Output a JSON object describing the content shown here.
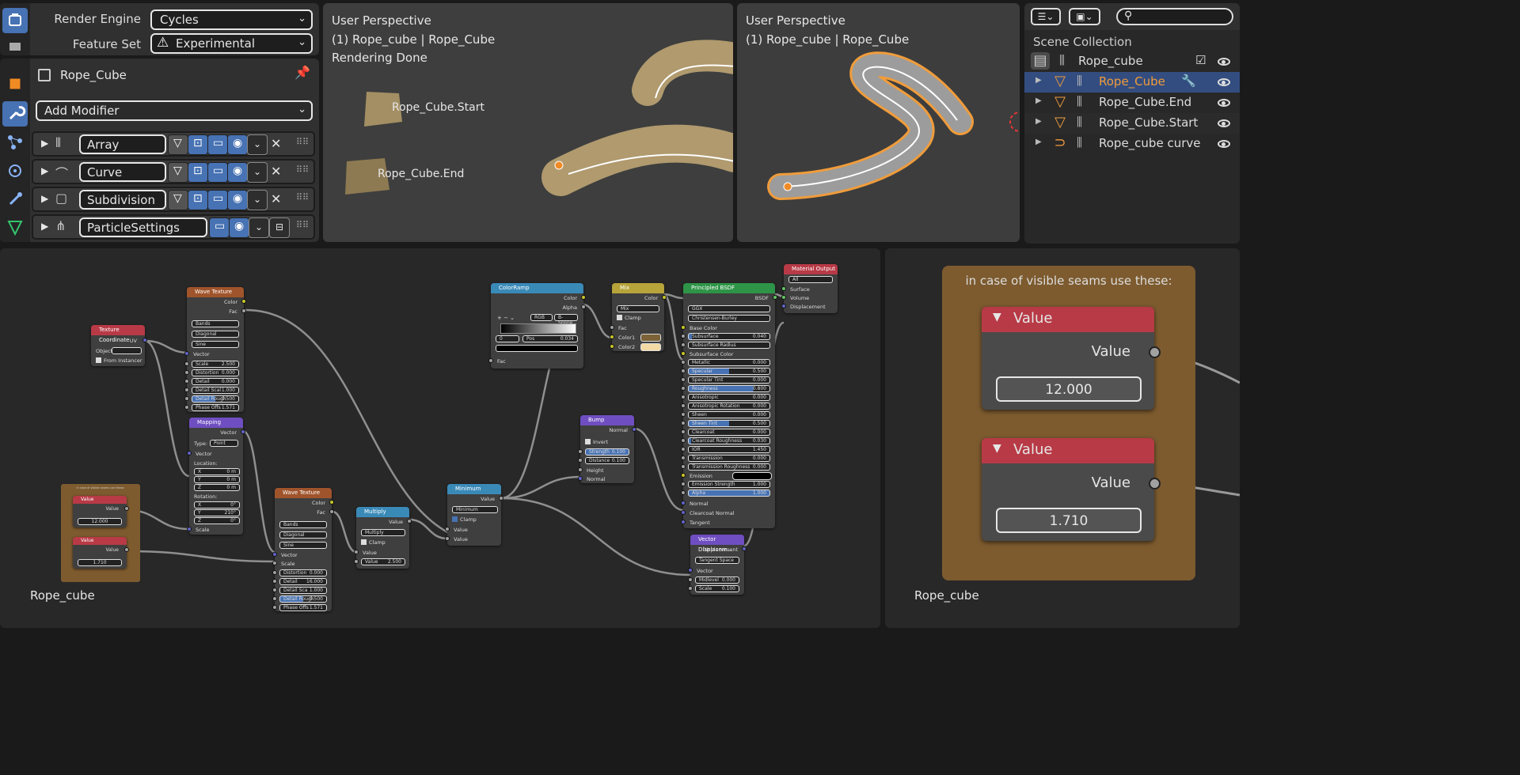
{
  "render": {
    "engine_label": "Render Engine",
    "engine_value": "Cycles",
    "feature_label": "Feature Set",
    "feature_value": "Experimental"
  },
  "modifiers": {
    "object_name": "Rope_Cube",
    "add_modifier": "Add Modifier",
    "items": [
      {
        "name": "Array"
      },
      {
        "name": "Curve"
      },
      {
        "name": "Subdivision"
      },
      {
        "name": "ParticleSettings"
      }
    ]
  },
  "viewport1": {
    "title": "User Perspective",
    "subtitle": "(1) Rope_cube | Rope_Cube",
    "status": "Rendering Done",
    "label_start": "Rope_Cube.Start",
    "label_end": "Rope_Cube.End"
  },
  "viewport2": {
    "title": "User Perspective",
    "subtitle": "(1) Rope_cube | Rope_Cube"
  },
  "outliner": {
    "root": "Scene Collection",
    "items": [
      {
        "name": "Rope_cube"
      },
      {
        "name": "Rope_Cube"
      },
      {
        "name": "Rope_Cube.End"
      },
      {
        "name": "Rope_Cube.Start"
      },
      {
        "name": "Rope_cube curve"
      }
    ]
  },
  "node_editor": {
    "material_name": "Rope_cube",
    "texcoord": {
      "title": "Texture Coordinate",
      "uv": "UV",
      "object": "Object",
      "from_instancer": "From Instancer"
    },
    "wave1": {
      "title": "Wave Texture",
      "out_color": "Color",
      "out_fac": "Fac",
      "bands": "Bands",
      "diagonal": "Diagonal",
      "sine": "Sine",
      "vector": "Vector",
      "fields": [
        {
          "label": "Scale",
          "value": "2.500"
        },
        {
          "label": "Distortion",
          "value": "0.000"
        },
        {
          "label": "Detail",
          "value": "0.000"
        },
        {
          "label": "Detail Scal",
          "value": "1.000"
        },
        {
          "label": "Detail Rough",
          "value": "0.500"
        },
        {
          "label": "Phase Offs",
          "value": "1.571"
        }
      ]
    },
    "mapping": {
      "title": "Mapping",
      "out_vector": "Vector",
      "type_label": "Type:",
      "type_value": "Point",
      "vector": "Vector",
      "location": "Location:",
      "rotation": "Rotation:",
      "scale": "Scale",
      "loc": [
        {
          "axis": "X",
          "value": "0 m"
        },
        {
          "axis": "Y",
          "value": "0 m"
        },
        {
          "axis": "Z",
          "value": "0 m"
        }
      ],
      "rot": [
        {
          "axis": "X",
          "value": "0°"
        },
        {
          "axis": "Y",
          "value": "210°"
        },
        {
          "axis": "Z",
          "value": "0°"
        }
      ]
    },
    "frame_small": {
      "title": "in case of visible seams use these:",
      "v1_title": "Value",
      "v1_out": "Value",
      "v1_val": "12.000",
      "v2_title": "Value",
      "v2_out": "Value",
      "v2_val": "1.710"
    },
    "wave2": {
      "title": "Wave Texture",
      "out_color": "Color",
      "out_fac": "Fac",
      "bands": "Bands",
      "diagonal": "Diagonal",
      "sine": "Sine",
      "vector": "Vector",
      "scale": "Scale",
      "fields": [
        {
          "label": "Distortion",
          "value": "0.000"
        },
        {
          "label": "Detail",
          "value": "16.000"
        },
        {
          "label": "Detail Sca",
          "value": "1.000"
        },
        {
          "label": "Detail Rough",
          "value": "0.500"
        },
        {
          "label": "Phase Offs",
          "value": "1.571"
        }
      ]
    },
    "multiply": {
      "title": "Multiply",
      "out": "Value",
      "op": "Multiply",
      "clamp": "Clamp",
      "in_value": "Value",
      "val_label": "Value",
      "val": "2.500"
    },
    "minimum": {
      "title": "Minimum",
      "out": "Value",
      "op": "Minimum",
      "clamp": "Clamp",
      "in1": "Value",
      "in2": "Value"
    },
    "colorramp": {
      "title": "ColorRamp",
      "out_color": "Color",
      "out_alpha": "Alpha",
      "mode": "RGB",
      "interp": "B-Spline",
      "stop": "0",
      "pos_label": "Pos",
      "pos": "0.034",
      "fac": "Fac"
    },
    "bump": {
      "title": "Bump",
      "out": "Normal",
      "invert": "Invert",
      "strength_label": "Strength",
      "strength": "0.100",
      "distance_label": "Distance",
      "distance": "0.100",
      "height": "Height",
      "normal": "Normal"
    },
    "mix": {
      "title": "Mix",
      "out": "Color",
      "mode": "Mix",
      "clamp": "Clamp",
      "fac": "Fac",
      "color1": "Color1",
      "color2": "Color2"
    },
    "bsdf": {
      "title": "Principled BSDF",
      "out": "BSDF",
      "dist": "GGX",
      "sss": "Christensen-Burley",
      "base_color": "Base Color",
      "rows": [
        {
          "label": "Subsurface",
          "value": "0.040",
          "fill": 0.04
        },
        {
          "label": "Subsurface Radius",
          "value": "",
          "fill": 0
        },
        {
          "label": "Subsurface Color",
          "value": "",
          "fill": -1
        },
        {
          "label": "Metallic",
          "value": "0.000",
          "fill": 0
        },
        {
          "label": "Specular",
          "value": "0.500",
          "fill": 0.5
        },
        {
          "label": "Specular Tint",
          "value": "0.000",
          "fill": 0
        },
        {
          "label": "Roughness",
          "value": "0.800",
          "fill": 0.8
        },
        {
          "label": "Anisotropic",
          "value": "0.000",
          "fill": 0
        },
        {
          "label": "Anisotropic Rotation",
          "value": "0.000",
          "fill": 0
        },
        {
          "label": "Sheen",
          "value": "0.000",
          "fill": 0
        },
        {
          "label": "Sheen Tint",
          "value": "0.500",
          "fill": 0.5
        },
        {
          "label": "Clearcoat",
          "value": "0.000",
          "fill": 0
        },
        {
          "label": "Clearcoat Roughness",
          "value": "0.030",
          "fill": 0.03
        },
        {
          "label": "IOR",
          "value": "1.450",
          "fill": 0
        },
        {
          "label": "Transmission",
          "value": "0.000",
          "fill": 0
        },
        {
          "label": "Transmission Roughness",
          "value": "0.000",
          "fill": 0
        },
        {
          "label": "Emission",
          "value": "",
          "fill": -1
        },
        {
          "label": "Emission Strength",
          "value": "1.000",
          "fill": 0
        },
        {
          "label": "Alpha",
          "value": "1.000",
          "fill": 1
        }
      ],
      "normal": "Normal",
      "clearcoat_normal": "Clearcoat Normal",
      "tangent": "Tangent"
    },
    "output": {
      "title": "Material Output",
      "target": "All",
      "surface": "Surface",
      "volume": "Volume",
      "displacement": "Displacement"
    },
    "vdisp": {
      "title": "Vector Displacem...",
      "out": "Displacement",
      "space": "Tangent Space",
      "vector": "Vector",
      "midlevel_label": "Midlevel",
      "midlevel": "0.000",
      "scale_label": "Scale",
      "scale": "0.100"
    }
  },
  "frame_zoom": {
    "title": "in case of visible seams use these:",
    "node1": {
      "title": "Value",
      "out": "Value",
      "value": "12.000"
    },
    "node2": {
      "title": "Value",
      "out": "Value",
      "value": "1.710"
    },
    "material_name": "Rope_cube"
  },
  "colors": {
    "accent": "#4772b3",
    "texture_header": "#a0542b",
    "vector_header": "#6f4ec1",
    "converter_header": "#3a8ab8",
    "shader_header": "#2e9447",
    "output_header": "#b83a46",
    "frame": "#7d5b2f",
    "selected": "#f09c3b"
  }
}
